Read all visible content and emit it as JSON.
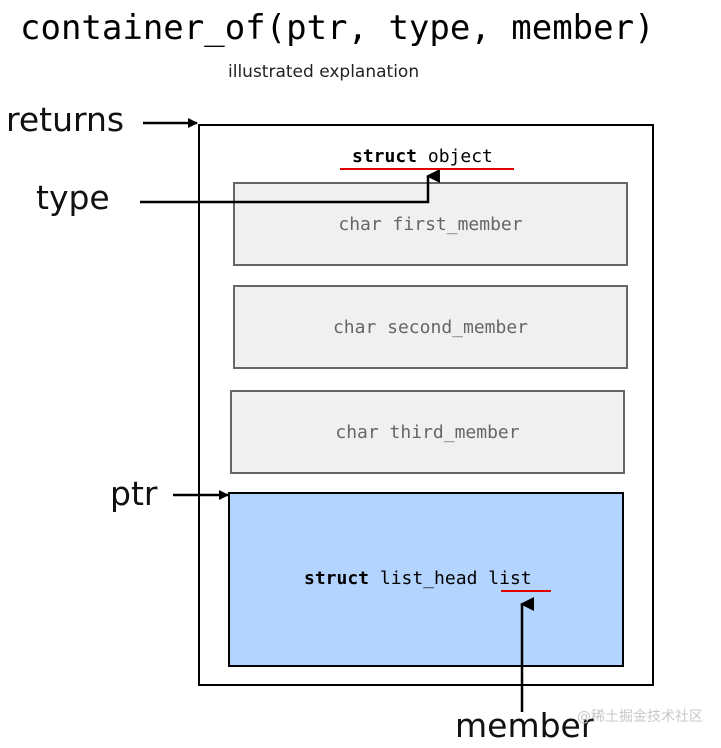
{
  "title": "container_of(ptr, type, member)",
  "subtitle": "illustrated explanation",
  "labels": {
    "returns": "returns",
    "type": "type",
    "ptr": "ptr",
    "member": "member"
  },
  "object": {
    "keyword": "struct",
    "name": "object"
  },
  "members": [
    "char first_member",
    "char second_member",
    "char third_member"
  ],
  "list_member": {
    "keyword": "struct",
    "type": "list_head",
    "name": "list"
  },
  "watermark": "@稀土掘金技术社区",
  "colors": {
    "highlight_underline": "#e00000",
    "list_box_fill": "#b3d4ff",
    "member_box_fill": "#f0f0f0"
  }
}
